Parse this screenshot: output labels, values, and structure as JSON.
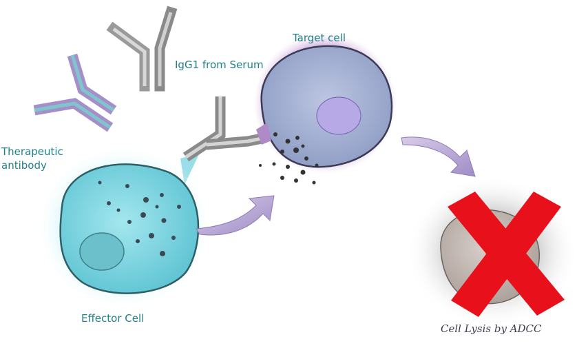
{
  "labels": {
    "igg1": "IgG1  from Serum",
    "target": "Target cell",
    "therapeutic_line1": "Therapeutic",
    "therapeutic_line2": "antibody",
    "effector": "Effector Cell",
    "lysis": "Cell Lysis by ADCC"
  },
  "colors": {
    "label_teal": "#1f7f86",
    "lysis_text": "#3d3d4f",
    "effector_fill": "#7fd6e2",
    "effector_glow": "#bdeff5",
    "target_fill": "#a8b4d6",
    "target_ring": "#c9a4d8",
    "nucleus_target": "#b7a8e6",
    "arrow_purple": "#b9a8d4",
    "x_red": "#e8101a",
    "antibody_gray": "#9a9a9a",
    "antibody_purple": "#a58fcb",
    "antibody_teal": "#7fc5cc"
  },
  "icons": [
    "igg1-antibody-icon",
    "therapeutic-antibody-icon",
    "red-x-icon",
    "curved-arrow-icon"
  ]
}
